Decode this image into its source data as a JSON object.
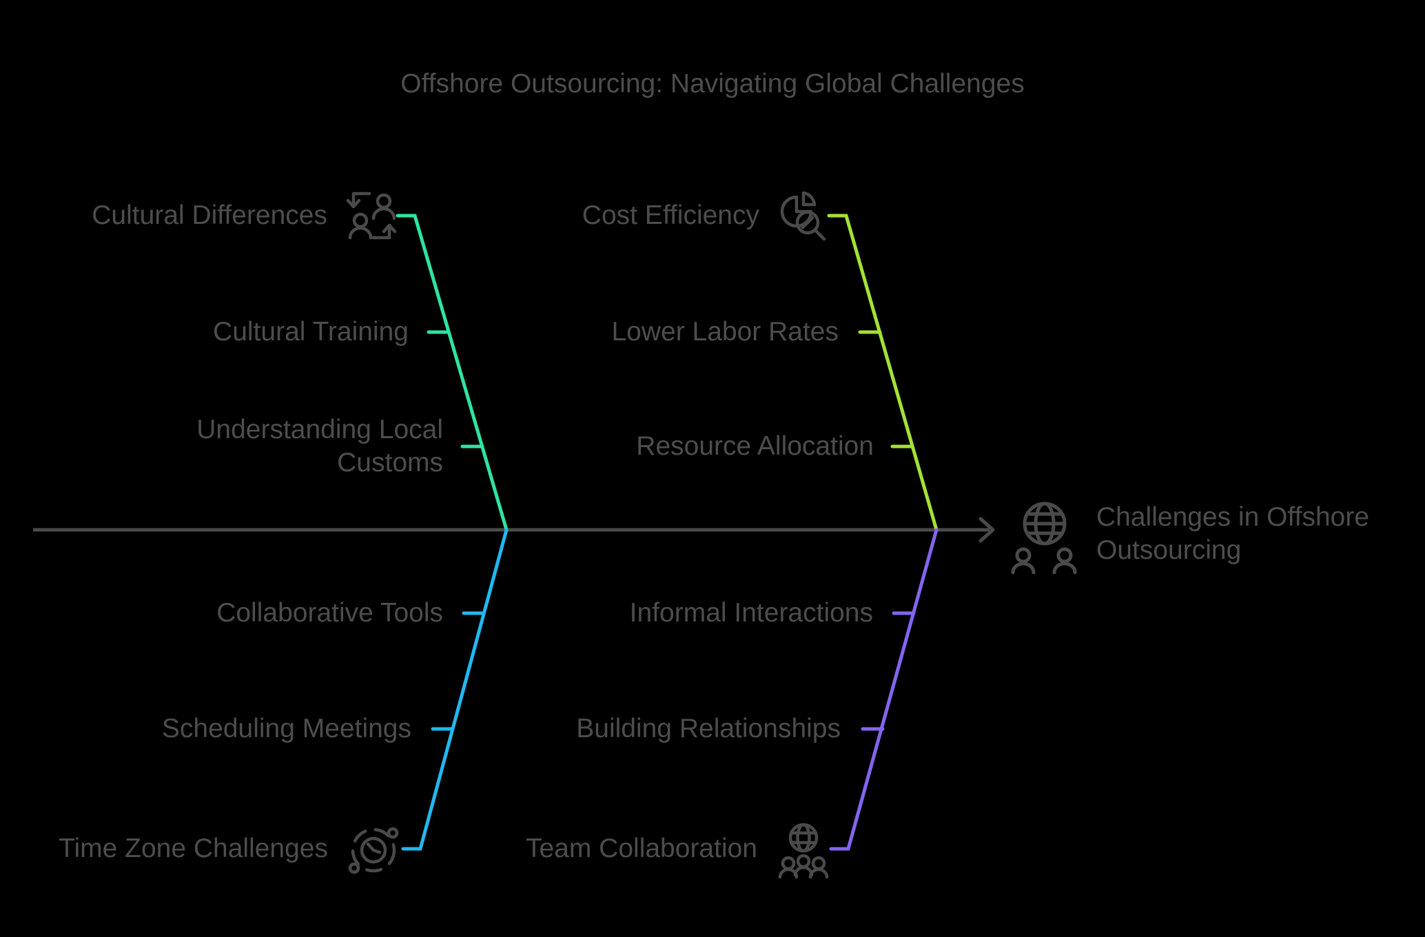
{
  "title": "Offshore Outsourcing: Navigating Global Challenges",
  "head": {
    "label": "Challenges in Offshore Outsourcing",
    "icon": "globe-users-icon"
  },
  "branches": [
    {
      "label": "Cultural Differences",
      "icon": "people-exchange-icon",
      "position": "top-left",
      "color": "#2fe3a0",
      "sub_items": [
        "Cultural Training",
        "Understanding Local Customs"
      ]
    },
    {
      "label": "Cost Efficiency",
      "icon": "pie-chart-magnifier-icon",
      "position": "top-right",
      "color": "#a5e136",
      "sub_items": [
        "Lower Labor Rates",
        "Resource Allocation"
      ]
    },
    {
      "label": "Time Zone Challenges",
      "icon": "clock-orbit-icon",
      "position": "bottom-left",
      "color": "#22b8f0",
      "sub_items": [
        "Collaborative Tools",
        "Scheduling Meetings"
      ]
    },
    {
      "label": "Team Collaboration",
      "icon": "globe-team-icon",
      "position": "bottom-right",
      "color": "#8465f0",
      "sub_items": [
        "Informal Interactions",
        "Building Relationships"
      ]
    }
  ],
  "colors": {
    "background": "#000000",
    "text": "#4d4d4d",
    "spine": "#4a4a4a",
    "icon_stroke": "#4a4a4a",
    "branch_top_left": "#2fe3a0",
    "branch_top_right": "#a5e136",
    "branch_bottom_left": "#22b8f0",
    "branch_bottom_right": "#8465f0"
  }
}
